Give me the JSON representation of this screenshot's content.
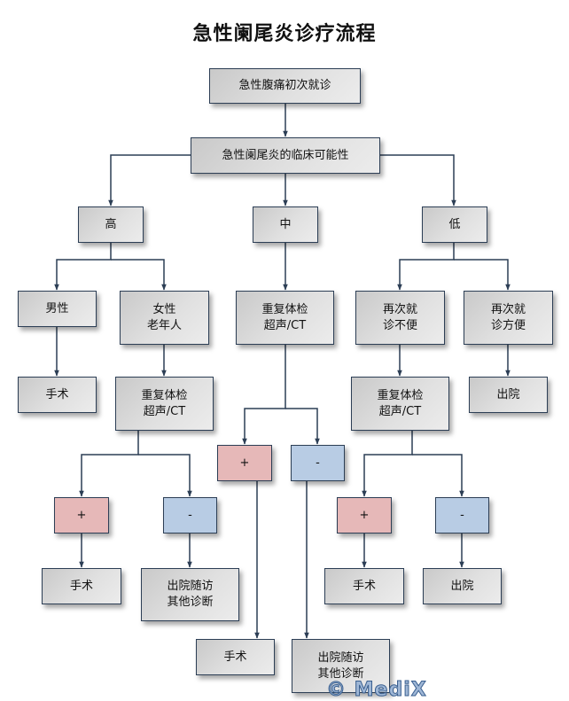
{
  "title": "急性阑尾炎诊疗流程",
  "watermark": "© MediX",
  "colors": {
    "line": "#2c3e55",
    "positive": "#e6b8b8",
    "negative": "#b8cce4",
    "neutral": "#d9d9d9"
  },
  "nodes": {
    "start": "急性腹痛初次就诊",
    "likelihood": "急性阑尾炎的临床可能性",
    "high": "高",
    "mid": "中",
    "low": "低",
    "male": "男性",
    "female_elderly": "女性\n老年人",
    "high_male_surgery": "手术",
    "high_recheck": "重复体检\n超声/CT",
    "high_pos": "+",
    "high_neg": "-",
    "high_pos_surgery": "手术",
    "high_neg_followup": "出院随访\n其他诊断",
    "mid_recheck": "重复体检\n超声/CT",
    "mid_pos": "+",
    "mid_neg": "-",
    "mid_pos_surgery": "手术",
    "mid_neg_followup": "出院随访\n其他诊断",
    "low_revisit_hard": "再次就\n诊不便",
    "low_revisit_easy": "再次就\n诊方便",
    "low_easy_discharge": "出院",
    "low_recheck": "重复体检\n超声/CT",
    "low_pos": "+",
    "low_neg": "-",
    "low_pos_surgery": "手术",
    "low_neg_discharge": "出院"
  }
}
